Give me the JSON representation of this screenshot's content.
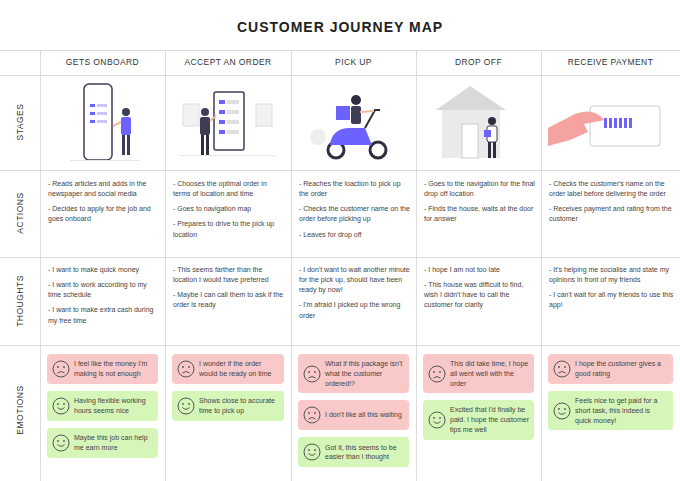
{
  "diagram": {
    "title": "CUSTOMER JOURNEY MAP",
    "nodes": [
      {
        "text": [
          "I feel like the money I'm making is not enough"
        ]
      },
      {
        "text": [
          "Having flexible working hours seems nice"
        ]
      },
      {
        "text": [
          "Maybe this job can help me earn more"
        ]
      },
      {
        "text": [
          "I wonder if the order would be ready on time"
        ]
      },
      {
        "text": [
          "Shows close to accurate time to pick up"
        ]
      },
      {
        "text": [
          "What if this package isn't what the customer ordered!?"
        ]
      },
      {
        "text": [
          "I don't like all this waiting"
        ]
      },
      {
        "text": [
          "Got it, this seems to be easier than I thought"
        ]
      },
      {
        "text": [
          "This did take time, I hope all went well with the order"
        ]
      },
      {
        "text": [
          "Excited that I'd finally be paid. I hope the customer tips me well"
        ]
      },
      {
        "text": [
          "I hope the customer gives a good rating"
        ]
      },
      {
        "text": [
          "Feels nice to get paid for a short task, this indeed is quick money!"
        ]
      }
    ],
    "labels": [
      "GETS ONBOARD",
      "ACCEPT AN ORDER",
      "PICK UP",
      "DROP OFF",
      "RECEIVE PAYMENT",
      "STAGES",
      "ACTIONS",
      "THOUGHTS",
      "EMOTIONS",
      "- Reads articles and adds in the newspaper and social media",
      "- Decides to apply for the job and goes onboard",
      "- Chooses the optimal order in terms of location and time",
      "- Goes to navigation map",
      "- Prepares to drive to the pick up location",
      "- Reaches the loaction to pick up the order",
      "- Checks the customer name on the order before picking up",
      "- Leaves for drop off",
      "- Goes to the navigation for the final drop off location",
      "- Finds the house, waits at the door for answer",
      "- Checks the customer's name on the order label before delivering the order",
      "- Receives payment and rating from the customer",
      "- I want to make quick money",
      "- I want to work according to my time schedule",
      "- I want to make extra cash during my free time",
      "- This seems farther than the location I would have preferred",
      "- Maybe I can call them to ask if the order is ready",
      "- I don't want to wait another minute for the pick up, should have been ready by now!",
      "- I'm afraid I picked up the wrong order",
      "- I hope I am not too late",
      "- This house was difficult to find, wish I didn't have to call the customer for clarity",
      "- It's helping me socialise and state my opinions in front of my friends",
      "- I can't wait for all my friends to use this app!"
    ]
  }
}
